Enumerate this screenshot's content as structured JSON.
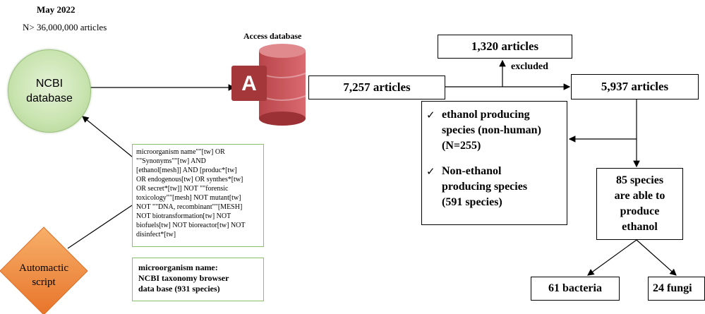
{
  "header": {
    "date": "May 2022",
    "count": "N> 36,000,000 articles"
  },
  "ncbi": {
    "line1": "NCBI",
    "line2": "database"
  },
  "access": {
    "title": "Access database",
    "icon_letter": "A"
  },
  "boxes": {
    "articles_7257": "7,257 articles",
    "articles_1320": "1,320 articles",
    "articles_5937": "5,937 articles",
    "excluded": "excluded",
    "species_85": [
      "85 species",
      "are able to",
      "produce",
      "ethanol"
    ],
    "bacteria": "61 bacteria",
    "fungi": "24 fungi"
  },
  "checklist": {
    "item1": [
      "ethanol producing",
      "species (non-human)",
      "(N=255)"
    ],
    "item2": [
      "Non-ethanol",
      "producing species",
      "(591 species)"
    ]
  },
  "query": {
    "lines": [
      "microorganism name\"\"[tw] OR",
      "\"\"Synonyms\"\"[tw] AND",
      "[ethanol[mesh]] AND [produc*[tw]",
      "OR endogenous[tw] OR synthes*[tw]",
      "OR secret*[tw]] NOT \"\"forensic",
      "toxicology\"\"[mesh] NOT mutant[tw]",
      "NOT \"\"DNA, recombinant\"\"[MESH]",
      "NOT biotransformation[tw] NOT",
      "biofuels[tw] NOT bioreactor[tw] NOT",
      "disinfect*[tw]"
    ]
  },
  "taxonomy": {
    "lines": [
      "microorganism name:",
      "NCBI taxonomy browser",
      "data base (931 species)"
    ]
  },
  "script": {
    "lines": [
      "Automactic",
      "script"
    ]
  },
  "colors": {
    "green_border": "#8cc06d",
    "access_red": "#a4373a",
    "diamond_orange": "#f0883a"
  }
}
